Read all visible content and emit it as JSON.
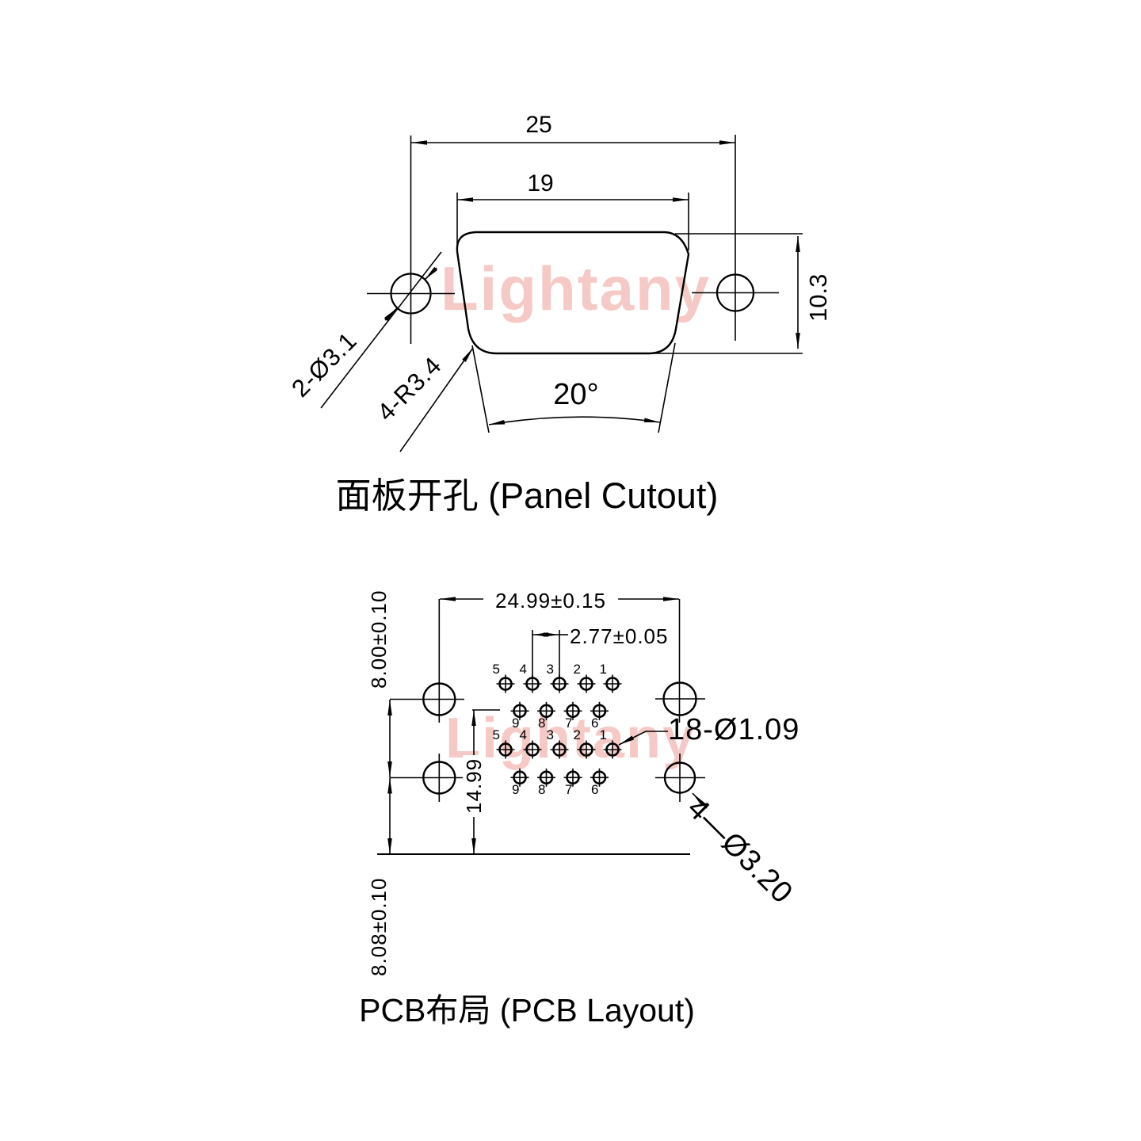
{
  "panel_cutout": {
    "title": "面板开孔 (Panel Cutout)",
    "dims": {
      "width_outer": "25",
      "width_cutout": "19",
      "height": "10.3",
      "angle": "20°",
      "mount_holes": "2-Ø3.1",
      "corner_radius": "4-R3.4"
    }
  },
  "pcb_layout": {
    "title": "PCB布局 (PCB Layout)",
    "dims": {
      "mount_hole_span_x": "24.99±0.15",
      "pin_pitch": "2.77±0.05",
      "mount_hole_span_y": "8.00±0.10",
      "row_to_edge": "14.99",
      "edge_offset": "8.08±0.10",
      "pin_holes": "18-Ø1.09",
      "mount_holes": "4—Ø3.20"
    },
    "pins": {
      "row1": [
        "5",
        "4",
        "3",
        "2",
        "1"
      ],
      "row2": [
        "9",
        "8",
        "7",
        "6"
      ]
    }
  },
  "watermark": {
    "text": "Lightany",
    "color": "#f5c9c5"
  }
}
